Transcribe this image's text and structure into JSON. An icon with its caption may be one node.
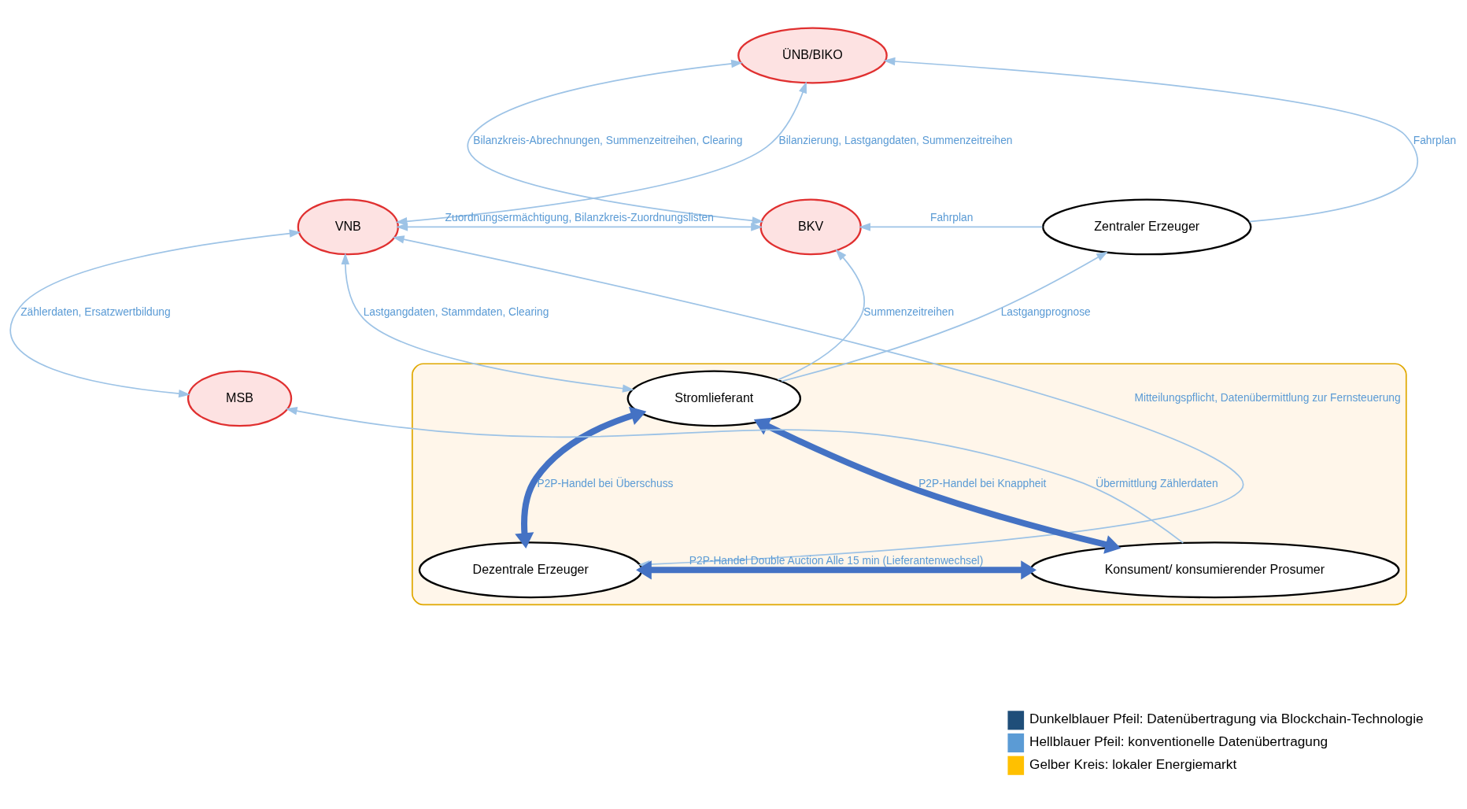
{
  "diagram": {
    "nodes": [
      {
        "text": [
          "ÜNB/BIKO"
        ]
      },
      {
        "text": [
          "VNB"
        ]
      },
      {
        "text": [
          "BKV"
        ]
      },
      {
        "text": [
          "Zentraler Erzeuger"
        ]
      },
      {
        "text": [
          "MSB"
        ]
      },
      {
        "text": [],
        "shape": "ellipse"
      },
      {
        "text": [
          "Stromlieferant"
        ],
        "in": 5
      },
      {
        "text": [
          "Dezentrale Erzeuger"
        ],
        "in": 5
      },
      {
        "text": [
          "Konsument/ konsumierender Prosumer"
        ],
        "in": 5
      }
    ],
    "edges": [
      {
        "from": 1,
        "to": 0,
        "arrow": "both",
        "label": "Bilanzierung, Lastgangdaten, Summenzeitreihen"
      },
      {
        "from": 0,
        "to": 2,
        "arrow": "both",
        "label": "Bilanzkreis-Abrechnungen, Summenzeitreihen, Clearing"
      },
      {
        "from": 3,
        "to": 0,
        "arrow": "to",
        "label": "Fahrplan"
      },
      {
        "from": 1,
        "to": 2,
        "arrow": "both",
        "label": "Zuordnungsermächtigung, Bilanzkreis-Zuordnungslisten"
      },
      {
        "from": 3,
        "to": 2,
        "arrow": "to",
        "label": "Fahrplan"
      },
      {
        "from": 1,
        "to": 4,
        "arrow": "both",
        "label": "Zählerdaten, Ersatzwertbildung"
      },
      {
        "from": 1,
        "to": 6,
        "arrow": "both",
        "label": "Lastgangdaten, Stammdaten, Clearing"
      },
      {
        "from": 6,
        "to": 2,
        "arrow": "to",
        "label": "Summenzeitreihen"
      },
      {
        "from": 6,
        "to": 3,
        "arrow": "to",
        "label": "Lastgangprognose"
      },
      {
        "from": 1,
        "to": 7,
        "arrow": "both",
        "label": "Mitteilungspflicht, Datenübermittlung zur Fernsteuerung"
      },
      {
        "from": 8,
        "to": 4,
        "arrow": "to",
        "label": "Übermittlung Zählerdaten"
      },
      {
        "from": 6,
        "to": 8,
        "arrow": "both",
        "label": "P2P-Handel bei Knappheit",
        "style": "thick",
        "color": "#4472c4"
      },
      {
        "from": 6,
        "to": 7,
        "arrow": "both",
        "label": "P2P-Handel bei Überschuss",
        "style": "thick",
        "color": "#4472c4"
      },
      {
        "from": 8,
        "to": 7,
        "arrow": "both",
        "label": "P2P-Handel Double Auction Alle 15 min (Lieferantenwechsel)",
        "style": "thick",
        "color": "#4472c4"
      }
    ],
    "legend": [
      {
        "text": "Dunkelblauer Pfeil: Datenübertragung via Blockchain-Technologie",
        "color": "#1f4e79"
      },
      {
        "text": "Hellblauer Pfeil: konventionelle Datenübertragung",
        "color": "#5b9bd5"
      },
      {
        "text": "Gelber Kreis: lokaler Energiemarkt",
        "color": "#ffc000"
      }
    ]
  }
}
